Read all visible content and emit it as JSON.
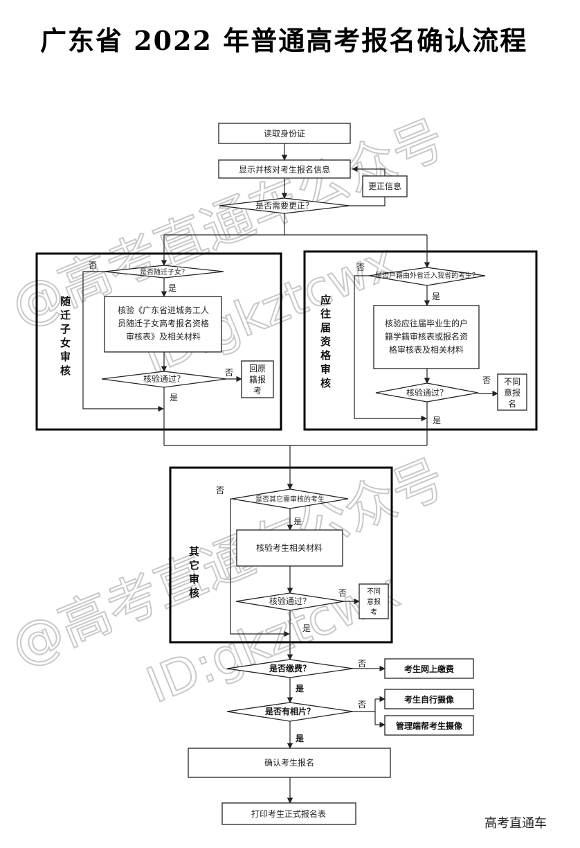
{
  "title": "广东省 2022 年普通高考报名确认流程",
  "footer": "高考直通车",
  "watermarks": [
    "@高考直通车公众号",
    "ID:gkztcwx",
    "@高考直通车公众号",
    "ID:gkztcwx"
  ],
  "flow": {
    "read_id": "读取身份证",
    "show_verify": "显示并核对考生报名信息",
    "correct_info": "更正信息",
    "need_correct": "是否需要更正？",
    "panel_migrant": "随迁子女审核",
    "panel_graduate": "应往届资格审核",
    "panel_other": "其它审核",
    "is_migrant": "是否随迁子女？",
    "migrant_verify": [
      "核验《广东省进城务工人",
      "员随迁子女高考报名资格",
      "审核表》及相关材料"
    ],
    "migrant_pass": "核验通过？",
    "return_home": [
      "回原",
      "籍报",
      "考"
    ],
    "is_outside": "是否户籍由外省迁入我省的考生？",
    "graduate_verify": [
      "核验应往届毕业生的户",
      "籍学籍审核表或报名资",
      "格审核表及相关材料"
    ],
    "graduate_pass": "核验通过？",
    "not_agree_1": [
      "不同",
      "意报",
      "名"
    ],
    "need_other": "是否其它需审核的考生",
    "other_verify": "核验考生相关材料",
    "other_pass": "核验通过？",
    "not_agree_2": [
      "不同",
      "意报",
      "考"
    ],
    "paid": "是否缴费？",
    "pay_online": "考生网上缴费",
    "has_photo": "是否有相片？",
    "self_photo": "考生自行摄像",
    "admin_photo": "管理端帮考生摄像",
    "confirm": "确认考生报名",
    "print": "打印考生正式报名表",
    "yes": "是",
    "no": "否"
  }
}
